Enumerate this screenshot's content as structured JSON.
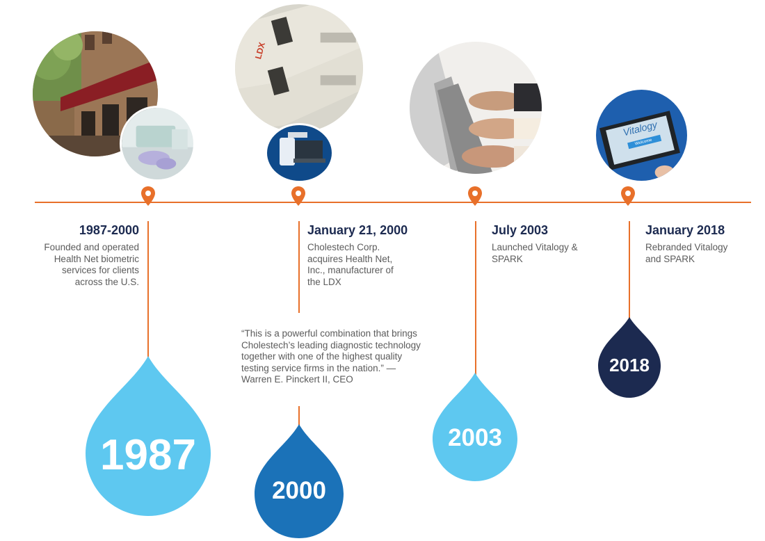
{
  "events": [
    {
      "title": "1987-2000",
      "lines": [
        "Founded and operated",
        "Health Net biometric",
        "services for clients",
        "across the U.S."
      ],
      "year": "1987"
    },
    {
      "title": "January 21, 2000",
      "lines": [
        "Cholestech Corp.",
        "acquires Health Net,",
        "Inc., manufacturer of",
        "the LDX"
      ],
      "year": "2000"
    },
    {
      "title": "July 2003",
      "lines": [
        "Launched Vitalogy &",
        "SPARK"
      ],
      "year": "2003"
    },
    {
      "title": "January 2018",
      "lines": [
        "Rebranded Vitalogy",
        "and SPARK"
      ],
      "year": "2018"
    }
  ],
  "quote_lines": [
    "“This is a powerful combination that brings",
    "Cholestech’s leading diagnostic technology",
    "together with one of the highest quality",
    "testing service firms in the nation.” —",
    "Warren E. Pinckert II, CEO"
  ],
  "tablet_text": {
    "brand": "Vitalogy",
    "screen_sub": "Welcome"
  },
  "device_label": "LDX",
  "colors": {
    "line": "#e8702a",
    "light_blue": "#5ec8f0",
    "mid_blue": "#1b72b8",
    "navy": "#1c2a50",
    "title": "#1c2a50",
    "text": "#5b5b5b"
  }
}
